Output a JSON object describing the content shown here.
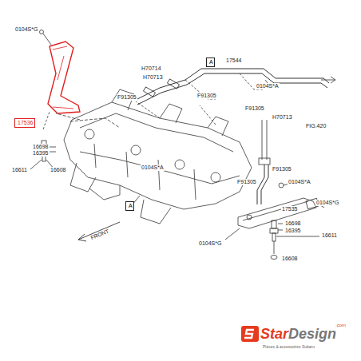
{
  "diagram": {
    "nodes": [
      {
        "text": [
          "17536"
        ]
      },
      {
        "text": [
          "A"
        ]
      },
      {
        "text": [
          "A"
        ]
      }
    ],
    "labels": [
      "0104S*G",
      "16698",
      "16395",
      "16611",
      "16608",
      "H70714",
      "H70713",
      "F91305",
      "F91305",
      "17544",
      "0104S*A",
      "F91305",
      "H70713",
      "FIG.420",
      "0104S*A",
      "F91305",
      "F91305",
      "0104S*A",
      "0104S*G",
      "17535",
      "16698",
      "16395",
      "16611",
      "0104S*G",
      "16608",
      "FRONT",
      "Star",
      "Design",
      ".com",
      "Pièces & accessoires Subaru"
    ]
  }
}
